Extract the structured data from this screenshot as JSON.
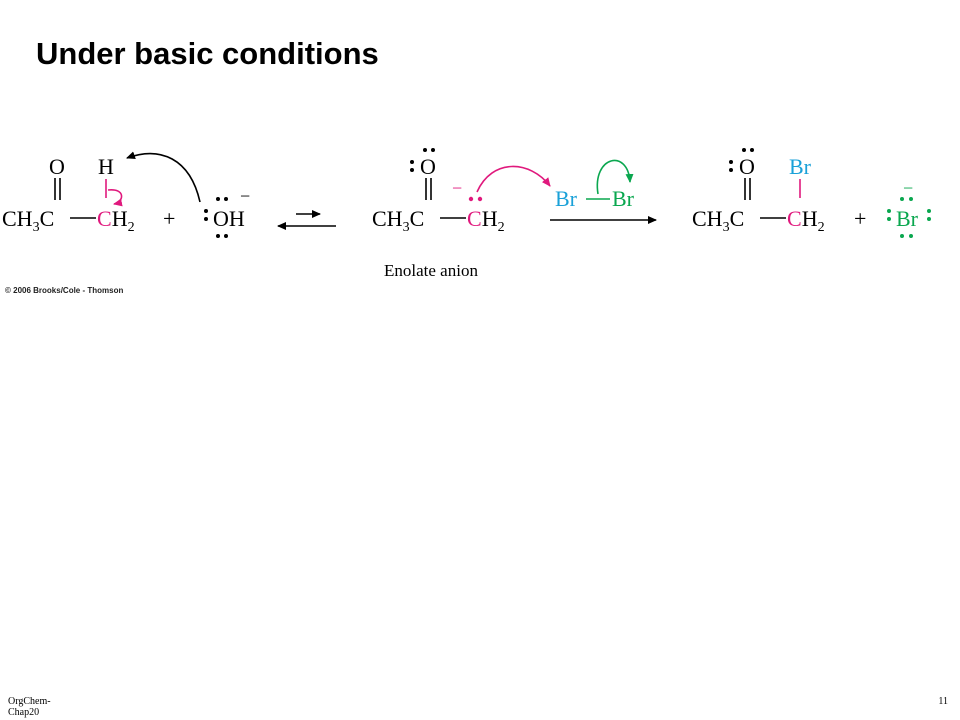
{
  "slide": {
    "title": "Under basic conditions",
    "copyright": "© 2006 Brooks/Cole - Thomson",
    "footer_left": "OrgChem-Chap20",
    "page_number": "11"
  },
  "scheme": {
    "reactant": {
      "o": "O",
      "h": "H",
      "ch3": "CH",
      "sub3": "3",
      "c": "C",
      "ch2_c": "C",
      "h2": "H",
      "sub2": "2",
      "plus": "+",
      "oh": "OH",
      "minus": "−"
    },
    "enolate": {
      "o": "O",
      "ch3": "CH",
      "sub3": "3",
      "c": "C",
      "ch2_c": "C",
      "h2": "H",
      "sub2": "2",
      "minus": "−",
      "label": "Enolate anion"
    },
    "bromine": {
      "br1": "Br",
      "br2": "Br"
    },
    "product": {
      "o": "O",
      "br": "Br",
      "ch3": "CH",
      "sub3": "3",
      "c": "C",
      "ch_c": "C",
      "h2": "H",
      "sub2": "2",
      "plus": "+",
      "bromide": "Br",
      "minus": "−"
    },
    "colors": {
      "magenta": "#e0197d",
      "green": "#0aa74f",
      "blue": "#1aa1d8",
      "black": "#000000"
    }
  }
}
